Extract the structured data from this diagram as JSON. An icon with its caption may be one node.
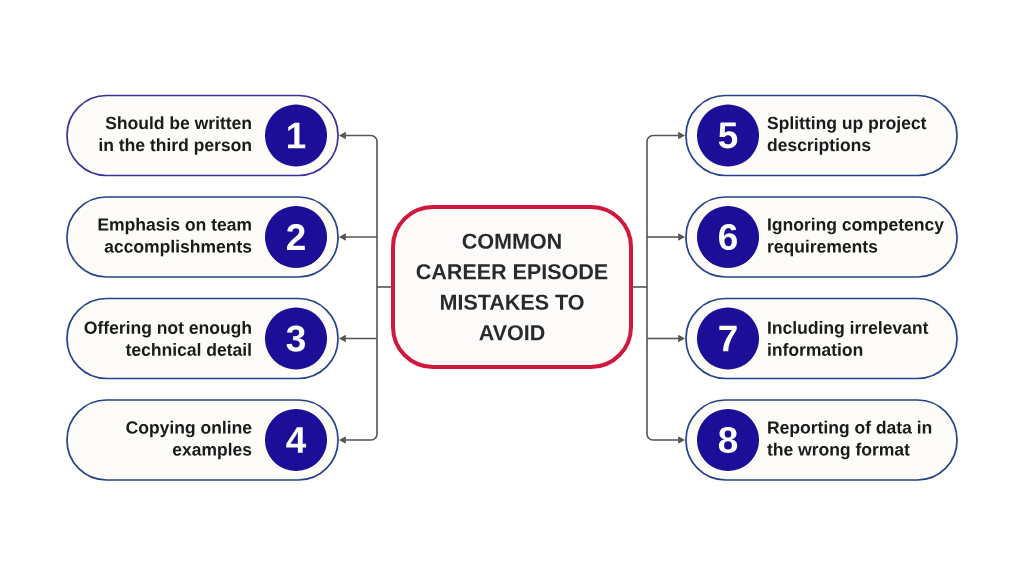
{
  "diagram": {
    "nodes": [
      {
        "text": [
          "COMMON CAREER EPISODE MISTAKES TO AVOID"
        ]
      },
      {
        "text": [
          "Should be written in the third person"
        ]
      },
      {
        "text": [
          "1"
        ],
        "in": 1
      },
      {
        "text": [
          "Emphasis on team accomplishments"
        ]
      },
      {
        "text": [
          "2"
        ],
        "in": 3
      },
      {
        "text": [
          "Offering not enough technical detail"
        ]
      },
      {
        "text": [
          "3"
        ],
        "in": 5
      },
      {
        "text": [
          "Copying online examples"
        ]
      },
      {
        "text": [
          "4"
        ],
        "in": 7
      },
      {
        "text": [
          "Splitting up project descriptions"
        ]
      },
      {
        "text": [
          "5"
        ],
        "in": 9
      },
      {
        "text": [
          "Ignoring competency requirements"
        ]
      },
      {
        "text": [
          "6"
        ],
        "in": 11
      },
      {
        "text": [
          "Including irrelevant information"
        ]
      },
      {
        "text": [
          "7"
        ],
        "in": 13
      },
      {
        "text": [
          "Reporting of data in the wrong format"
        ]
      },
      {
        "text": [
          "8"
        ],
        "in": 15
      }
    ],
    "edges": [
      {
        "from": 0,
        "to": 1,
        "arrow": "to"
      },
      {
        "from": 0,
        "to": 3,
        "arrow": "to"
      },
      {
        "from": 0,
        "to": 5,
        "arrow": "to"
      },
      {
        "from": 0,
        "to": 7,
        "arrow": "to"
      },
      {
        "from": 0,
        "to": 9,
        "arrow": "to"
      },
      {
        "from": 0,
        "to": 11,
        "arrow": "to"
      },
      {
        "from": 0,
        "to": 13,
        "arrow": "to"
      },
      {
        "from": 0,
        "to": 15,
        "arrow": "to"
      }
    ]
  }
}
